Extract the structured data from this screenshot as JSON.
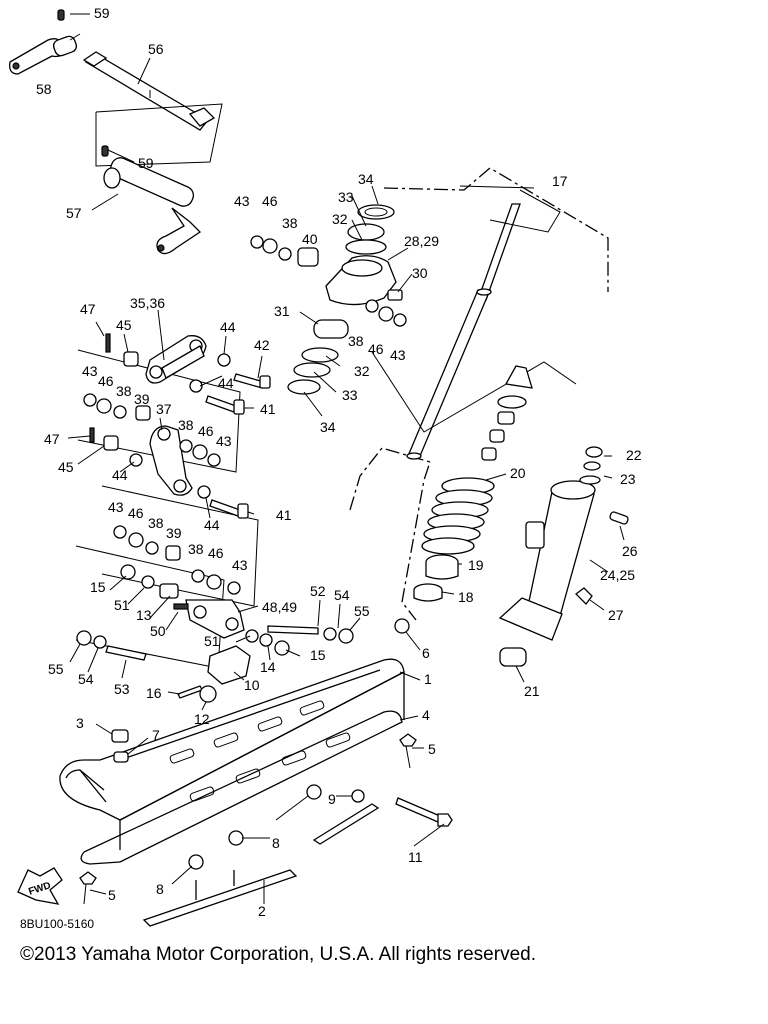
{
  "diagram": {
    "drawing_code": "8BU100-5160",
    "copyright": "©2013 Yamaha Motor Corporation, U.S.A. All rights reserved.",
    "fwd_label": "FWD",
    "callouts": [
      "59",
      "56",
      "58",
      "59",
      "57",
      "43",
      "46",
      "38",
      "40",
      "34",
      "33",
      "32",
      "28,29",
      "30",
      "17",
      "31",
      "38",
      "46",
      "43",
      "47",
      "45",
      "35,36",
      "44",
      "42",
      "32",
      "43",
      "46",
      "38",
      "39",
      "44",
      "41",
      "33",
      "34",
      "37",
      "38",
      "46",
      "43",
      "47",
      "45",
      "44",
      "22",
      "20",
      "23",
      "43",
      "46",
      "38",
      "39",
      "44",
      "41",
      "26",
      "38",
      "46",
      "43",
      "19",
      "24,25",
      "15",
      "51",
      "13",
      "50",
      "48,49",
      "52",
      "54",
      "55",
      "18",
      "27",
      "51",
      "14",
      "15",
      "6",
      "55",
      "54",
      "53",
      "10",
      "1",
      "16",
      "12",
      "4",
      "21",
      "3",
      "7",
      "5",
      "9",
      "8",
      "11",
      "8",
      "5",
      "2"
    ]
  }
}
